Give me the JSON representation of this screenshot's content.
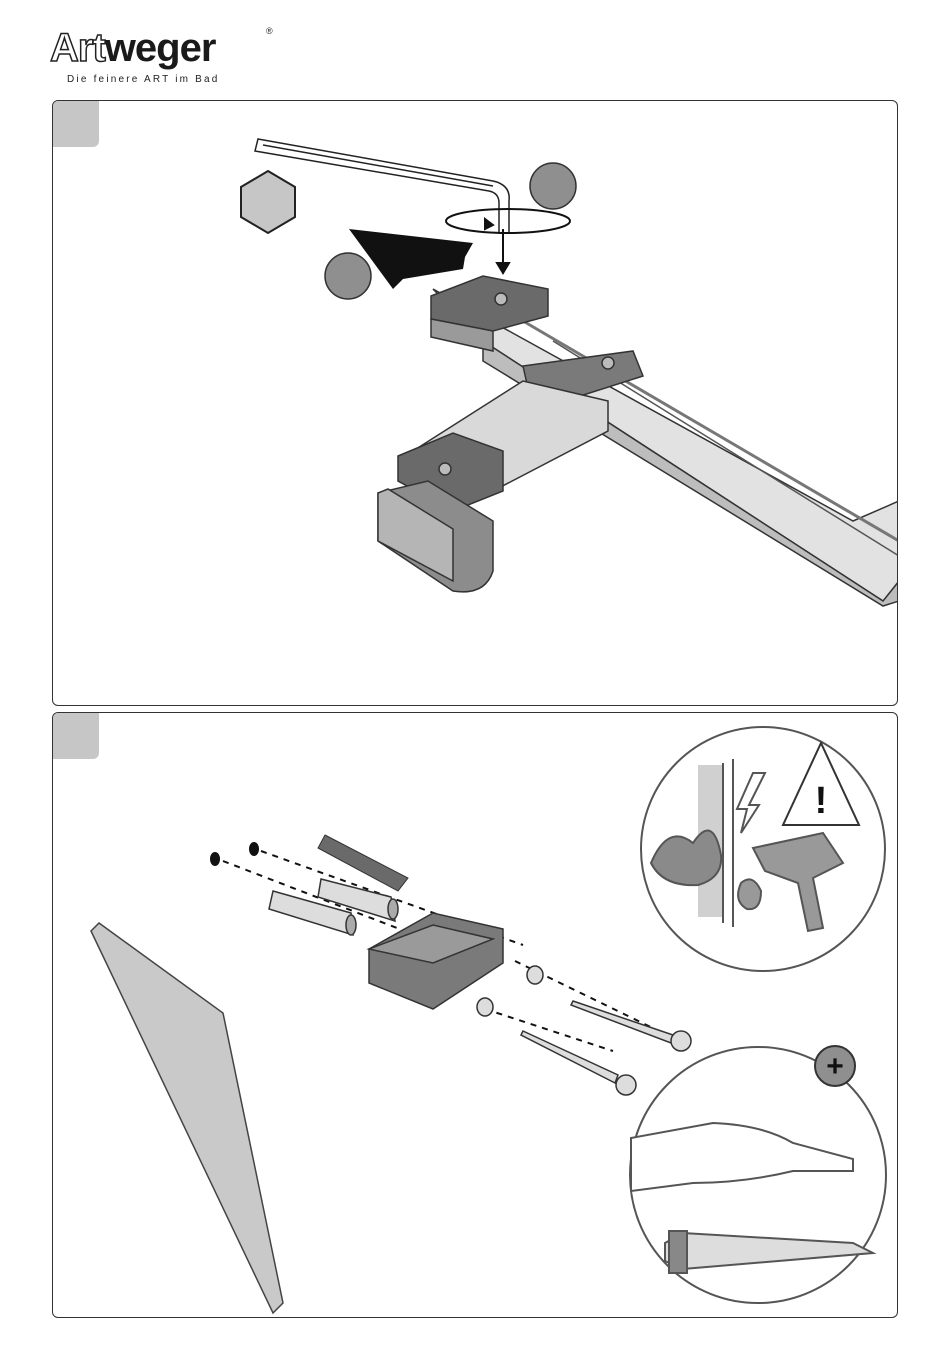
{
  "logo": {
    "part_a": "Art",
    "part_b": "weger",
    "registered": "®",
    "tagline": "Die feinere ART im Bad"
  },
  "panels": [
    {
      "step": "",
      "illustration": "hex-key tightening screws on shower stabilizer bar connector"
    },
    {
      "step": "",
      "illustration": "wall mount bracket assembly with dowels, screws and washers; warning and screwdriver detail circles"
    }
  ],
  "icons": [
    "hexagon-icon",
    "rotate-arrow-icon",
    "push-arrow-icon",
    "warning-triangle-icon",
    "drill-icon",
    "fire-icon",
    "water-drops-icon",
    "phillips-cross-icon",
    "hand-screwdriver-icon",
    "screw-icon"
  ],
  "colors": {
    "step_tab": "#c6c6c6",
    "circle_marker": "#8f8f8f",
    "outline": "#333333"
  }
}
